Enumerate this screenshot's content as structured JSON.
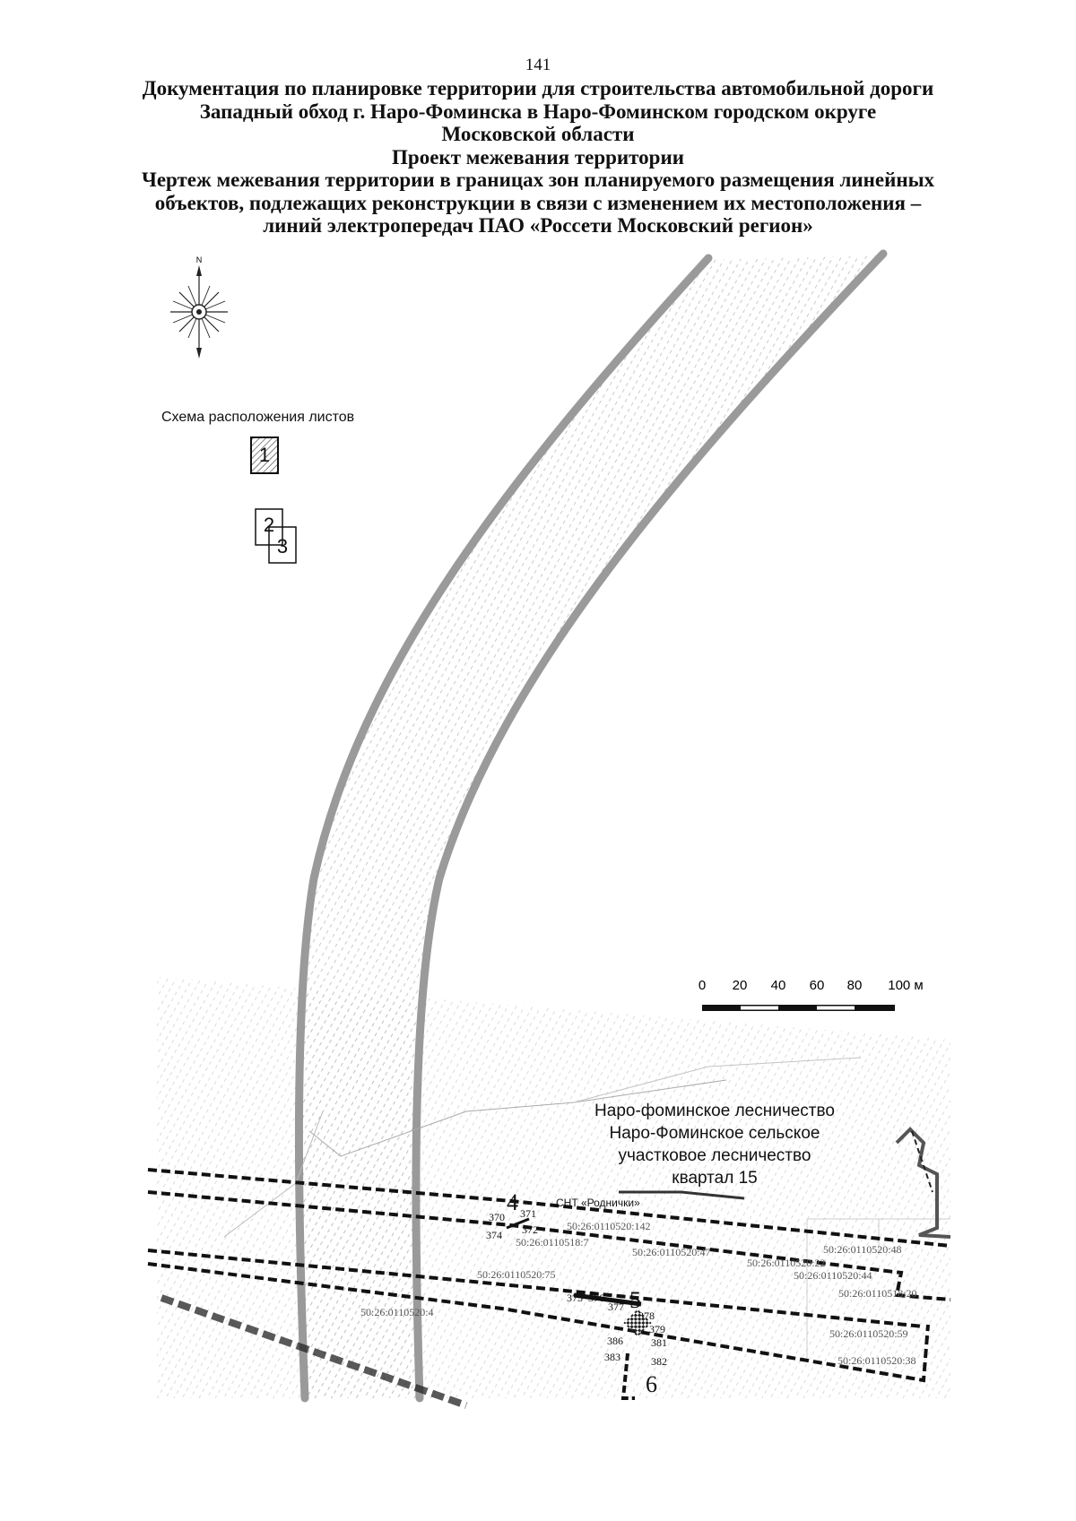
{
  "page_number": "141",
  "title_lines": [
    "Документация по планировке территории для строительства автомобильной дороги",
    "Западный обход г. Наро-Фоминска в Наро-Фоминском городском округе",
    "Московской области",
    "Проект межевания территории",
    "Чертеж межевания территории в границах зон планируемого размещения линейных",
    "объектов, подлежащих реконструкции в связи с изменением их местоположения –",
    "линий электропередач ПАО «Россети Московский регион»"
  ],
  "compass": {
    "north_label": "N"
  },
  "sheet_scheme": {
    "label": "Схема расположения листов",
    "sheets": [
      "1",
      "2",
      "3"
    ],
    "current_sheet": "1"
  },
  "scale_bar": {
    "ticks": [
      "0",
      "20",
      "40",
      "60",
      "80",
      "100 м"
    ]
  },
  "forestry_label": [
    "Наро-фоминское лесничество",
    "Наро-Фоминское сельское",
    "участковое лесничество",
    "квартал 15"
  ],
  "snt_label": "СНТ «Роднички»",
  "zone_numbers": [
    "4",
    "5",
    "6"
  ],
  "point_labels": [
    "370",
    "371",
    "372",
    "374",
    "375",
    "376",
    "377",
    "378",
    "379",
    "381",
    "382",
    "383",
    "386"
  ],
  "cadastral_labels": [
    "50:26:0110520:142",
    "50:26:0110518:7",
    "50:26:0110520:47",
    "50:26:0110520:48",
    "50:26:0110520:22",
    "50:26:0110520:44",
    "50:26:0110520:75",
    "50:26:0110518:20",
    "50:26:0110520:4",
    "50:26:0110520:59",
    "50:26:0110520:38"
  ]
}
